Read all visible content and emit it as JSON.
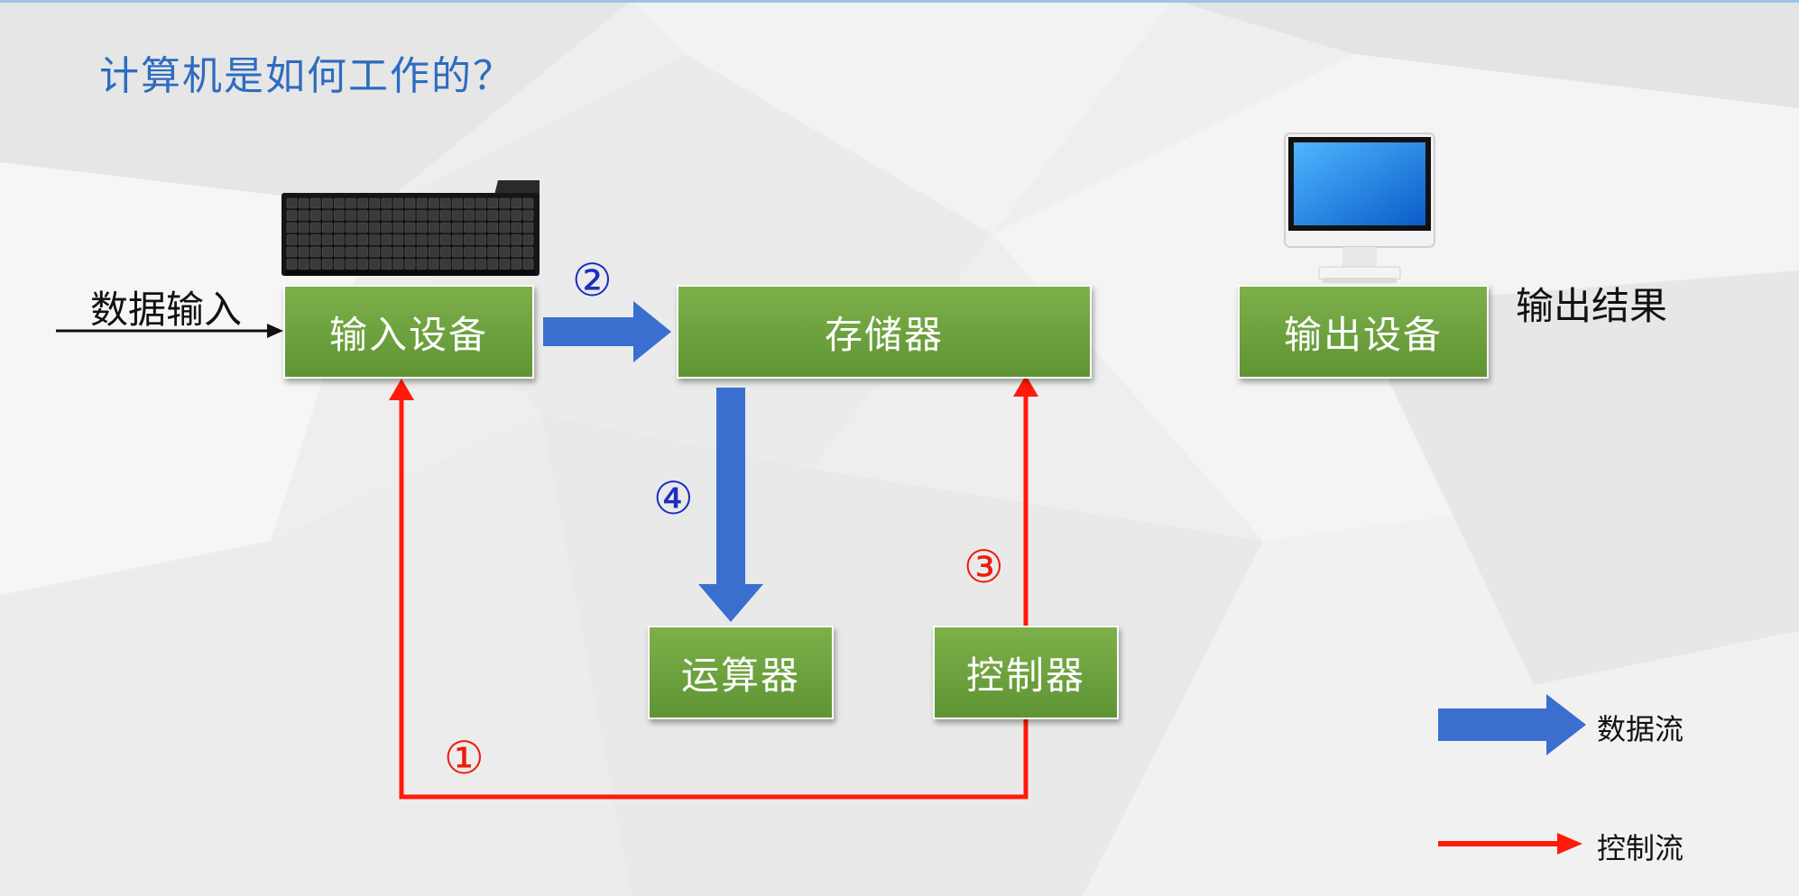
{
  "title": "计算机是如何工作的？",
  "labels": {
    "data_input": "数据输入",
    "output_result": "输出结果"
  },
  "nodes": {
    "input_device": "输入设备",
    "memory": "存储器",
    "output_device": "输出设备",
    "alu": "运算器",
    "controller": "控制器"
  },
  "steps": [
    "①",
    "②",
    "③",
    "④"
  ],
  "legend": {
    "data_flow": "数据流",
    "control_flow": "控制流"
  },
  "icons": {
    "input": "keyboard-icon",
    "output": "monitor-icon"
  },
  "colors": {
    "title": "#2e6cc0",
    "node_fill": "#6aa33c",
    "data_flow": "#3a6fd0",
    "control_flow": "#ff1a0a",
    "data_step_number": "#1a2ec0",
    "control_step_number": "#ee1a0a"
  }
}
